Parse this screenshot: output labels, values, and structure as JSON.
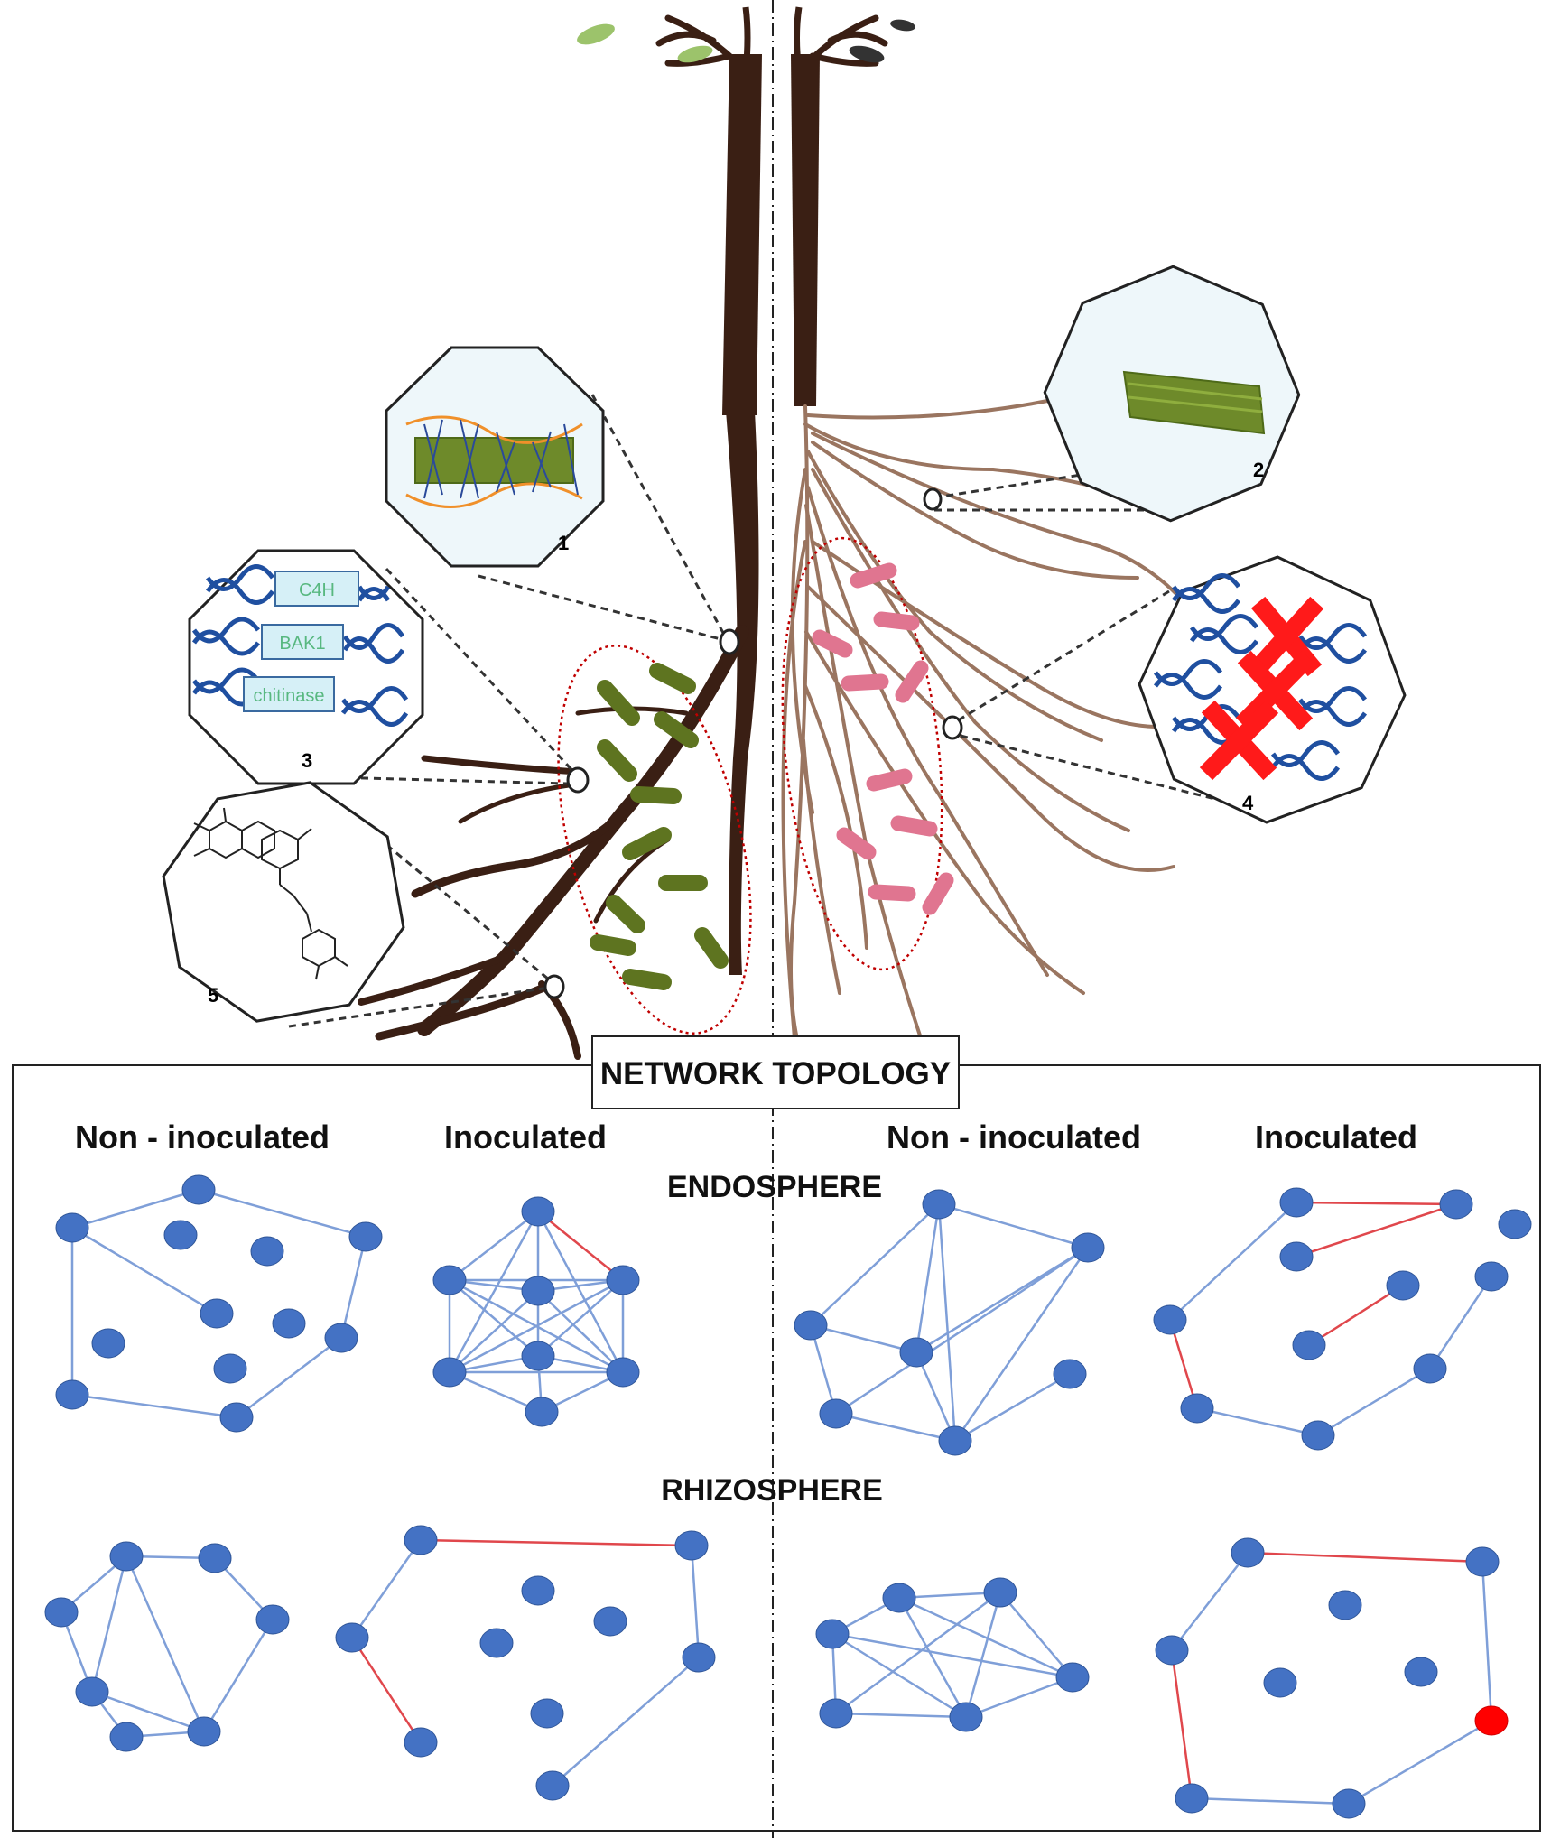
{
  "panel": {
    "title": "NETWORK TOPOLOGY",
    "columns": [
      "Non - inoculated",
      "Inoculated",
      "Non - inoculated",
      "Inoculated"
    ],
    "rows": [
      "ENDOSPHERE",
      "RHIZOSPHERE"
    ]
  },
  "callouts": [
    {
      "number": "1",
      "depicts": "root-with-hyphal-network"
    },
    {
      "number": "2",
      "depicts": "root-segment"
    },
    {
      "number": "3",
      "depicts": "upregulated-genes",
      "genes": [
        "C4H",
        "BAK1",
        "chitinase"
      ]
    },
    {
      "number": "4",
      "depicts": "downregulated-genes"
    },
    {
      "number": "5",
      "depicts": "chemical-structure"
    }
  ],
  "colors": {
    "node": "#4472C4",
    "node_edge": "#2F5597",
    "edge_positive": "#7F9FD8",
    "edge_negative": "#E0474C",
    "node_highlight": "#FF0000",
    "healthy_root": "#3A1F14",
    "diseased_root": "#9A7560",
    "bacteria_green": "#5E7420",
    "bacteria_pink": "#E07590",
    "dna": "#1F4FA0",
    "gene_box_fill": "#D6F0F7",
    "gene_text": "#58B880",
    "cross": "#FF1A1A"
  }
}
